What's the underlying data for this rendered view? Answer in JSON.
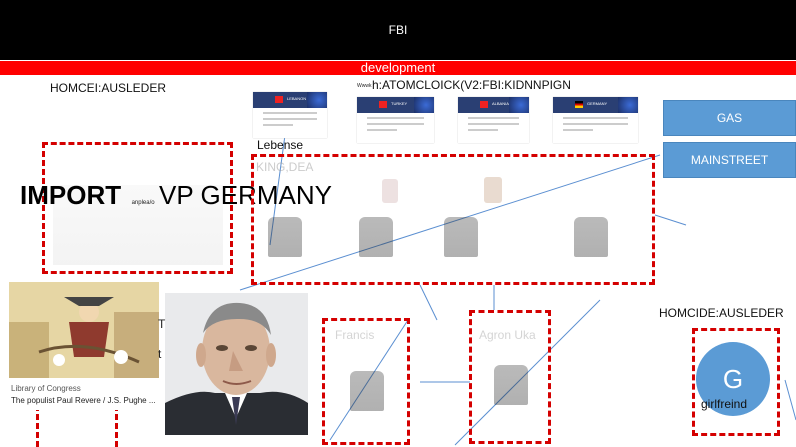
{
  "header": {
    "title": "FBI",
    "subtitle_bar": "development"
  },
  "labels": {
    "homcei": "HOMCEI:AUSLEDER",
    "atomclock_small": "Wwwk",
    "atomclock": "h:ATOMCLOICK(V2:FBI:KIDNNPIGN",
    "lebense": "Lebense",
    "kings_dea": "KING,DEA",
    "import_word": "IMPORT",
    "import_small": "anplea/o",
    "vp_germany": "VP GERMANY",
    "homcide": "HOMCIDE:AUSLEDER",
    "francis": "Francis",
    "agron": "Agron Uka",
    "girlfriend": "girlfreind",
    "avatar_letter": "G"
  },
  "buttons": {
    "gas": "GAS",
    "mainstreet": "MAINSTREET"
  },
  "caption": {
    "source": "Library of Congress",
    "title": "The populist Paul Revere / J.S. Pughe ..."
  },
  "colors": {
    "red": "#ff0000",
    "dash_red": "#d40000",
    "button_blue": "#5b9bd5",
    "avatar_blue": "#5b9bd5",
    "line_blue": "#5b8fd1"
  }
}
